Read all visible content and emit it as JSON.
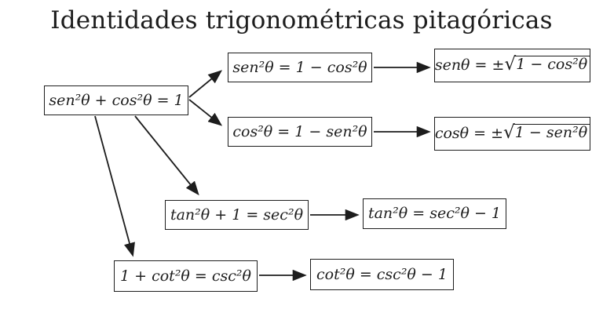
{
  "title": "Identidades trigonométricas pitagóricas",
  "sqrt_symbol": "√",
  "colors": {
    "ink": "#1d1d1d",
    "background": "#ffffff"
  },
  "nodes": {
    "root": {
      "formula": "sen²θ + cos²θ = 1"
    },
    "sen_identity": {
      "formula": "sen²θ = 1 − cos²θ"
    },
    "sen_sqrt": {
      "prefix": "senθ = ±",
      "radicand": "1 − cos²θ"
    },
    "cos_identity": {
      "formula": "cos²θ = 1 − sen²θ"
    },
    "cos_sqrt": {
      "prefix": "cosθ = ±",
      "radicand": "1 − sen²θ"
    },
    "tan_identity": {
      "formula": "tan²θ + 1 = sec²θ"
    },
    "tan_result": {
      "formula": "tan²θ = sec²θ − 1"
    },
    "cot_identity": {
      "formula": "1 + cot²θ = csc²θ"
    },
    "cot_result": {
      "formula": "cot²θ = csc²θ − 1"
    }
  }
}
